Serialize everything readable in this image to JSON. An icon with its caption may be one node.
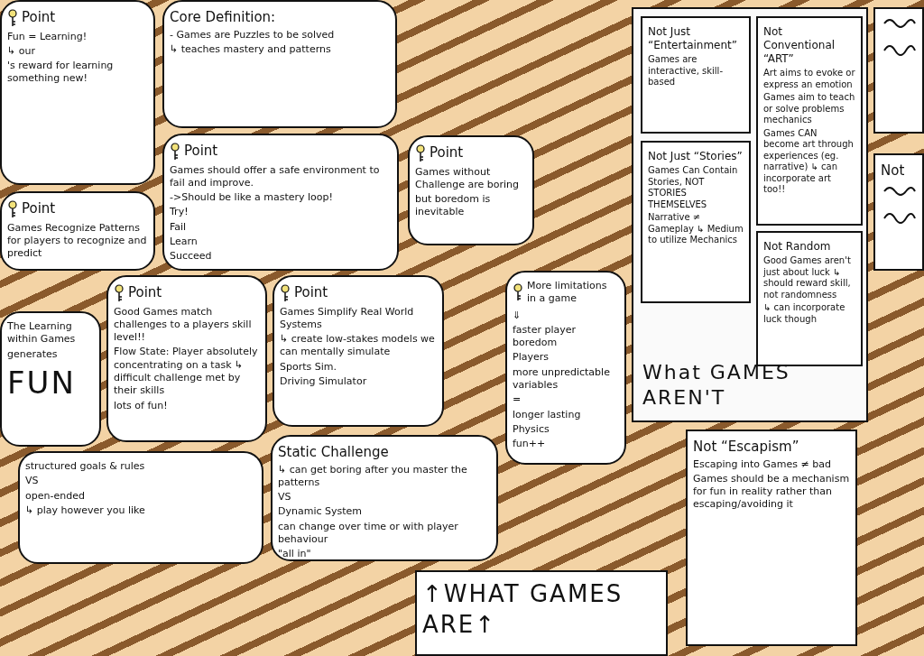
{
  "diagram": {
    "nodes": [
      {
        "text": [
          "Point",
          "Fun = Learning!",
          "↳ our",
          "'s reward for learning something new!"
        ]
      },
      {
        "text": [
          "Core Definition:",
          "- Games are Puzzles to be solved",
          "↳ teaches mastery and patterns"
        ]
      },
      {
        "text": [
          "Point",
          "Games should offer a safe environment to fail and improve.",
          "->Should be like a mastery loop!",
          "Try!",
          "Fail",
          "Learn",
          "Succeed"
        ]
      },
      {
        "text": [
          "Point",
          "Games Recognize Patterns for players to recognize and predict"
        ]
      },
      {
        "text": [
          "Point",
          "Good Games match challenges to a players skill level!!",
          "Flow State: Player absolutely concentrating on a task ↳ difficult challenge met by their skills",
          "lots of fun!"
        ]
      },
      {
        "text": [
          "Point",
          "Games Simplify Real World Systems",
          "↳ create low-stakes models we can mentally simulate",
          "Sports Sim.",
          "Driving Simulator"
        ]
      },
      {
        "text": [
          "The Learning within Games",
          "generates",
          "FUN"
        ]
      },
      {
        "text": [
          "Point",
          "Games without Challenge are boring",
          "but boredom is inevitable"
        ]
      },
      {
        "text": [
          "More limitations in a game",
          "⇓",
          "faster player boredom",
          "Players",
          "more unpredictable variables",
          "=",
          "longer lasting",
          "Physics",
          "fun++"
        ]
      },
      {
        "text": [
          "Static Challenge",
          "↳ can get boring after you master the patterns",
          "VS",
          "Dynamic System",
          "can change over time or with player behaviour",
          "\"all in\""
        ]
      },
      {
        "text": [
          "structured goals & rules",
          "VS",
          "open-ended",
          "↳ play however you like"
        ]
      },
      {
        "text": [
          "What GAMES AREN'T"
        ]
      },
      {
        "text": [
          "Not Just “Entertainment”",
          "Games are interactive, skill-based"
        ],
        "in": 11
      },
      {
        "text": [
          "Not Conventional “ART”",
          "Art aims to evoke or express an emotion",
          "Games aim to teach or solve problems mechanics",
          "Games CAN become art through experiences (eg. narrative) ↳ can incorporate art too!!"
        ],
        "in": 11
      },
      {
        "text": [
          "Not Just “Stories”",
          "Games Can Contain Stories, NOT STORIES THEMSELVES",
          "Narrative ≠ Gameplay ↳ Medium to utilize Mechanics"
        ],
        "in": 11
      },
      {
        "text": [
          "Not Random",
          "Good Games aren't just about luck ↳ should reward skill, not randomness",
          "↳ can incorporate luck though"
        ],
        "in": 11
      },
      {
        "text": [
          "Not"
        ]
      },
      {
        "text": [],
        "shape": "box"
      },
      {
        "text": [
          "Not “Escapism”",
          "Escaping into Games ≠ bad",
          "Games should be a mechanism for fun in reality rather than escaping/avoiding it"
        ]
      },
      {
        "text": [
          "↑WHAT GAMES ARE↑"
        ]
      }
    ]
  }
}
